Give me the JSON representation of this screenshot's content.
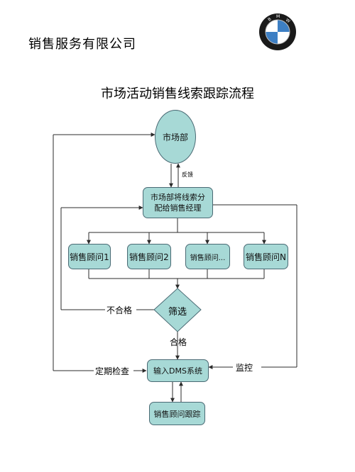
{
  "header": {
    "company": "销售服务有限公司",
    "logo_text": "B M W"
  },
  "diagram": {
    "title": "市场活动销售线索跟踪流程",
    "nodes": {
      "market": "市场部",
      "assign": "市场部将线索分配给销售经理",
      "consultant1": "销售顾问1",
      "consultant2": "销售顾问2",
      "consultant_dots": "销售顾问...",
      "consultantN": "销售顾问N",
      "screen": "筛选",
      "dms": "输入DMS系统",
      "track": "销售顾问跟踪"
    },
    "edge_labels": {
      "feedback": "反馈",
      "unqualified": "不合格",
      "qualified": "合格",
      "periodic_check": "定期检查",
      "monitor": "监控"
    }
  },
  "colors": {
    "node_fill": "#a7d9d6",
    "node_border": "#4a6a74",
    "line": "#2b2b2b"
  }
}
